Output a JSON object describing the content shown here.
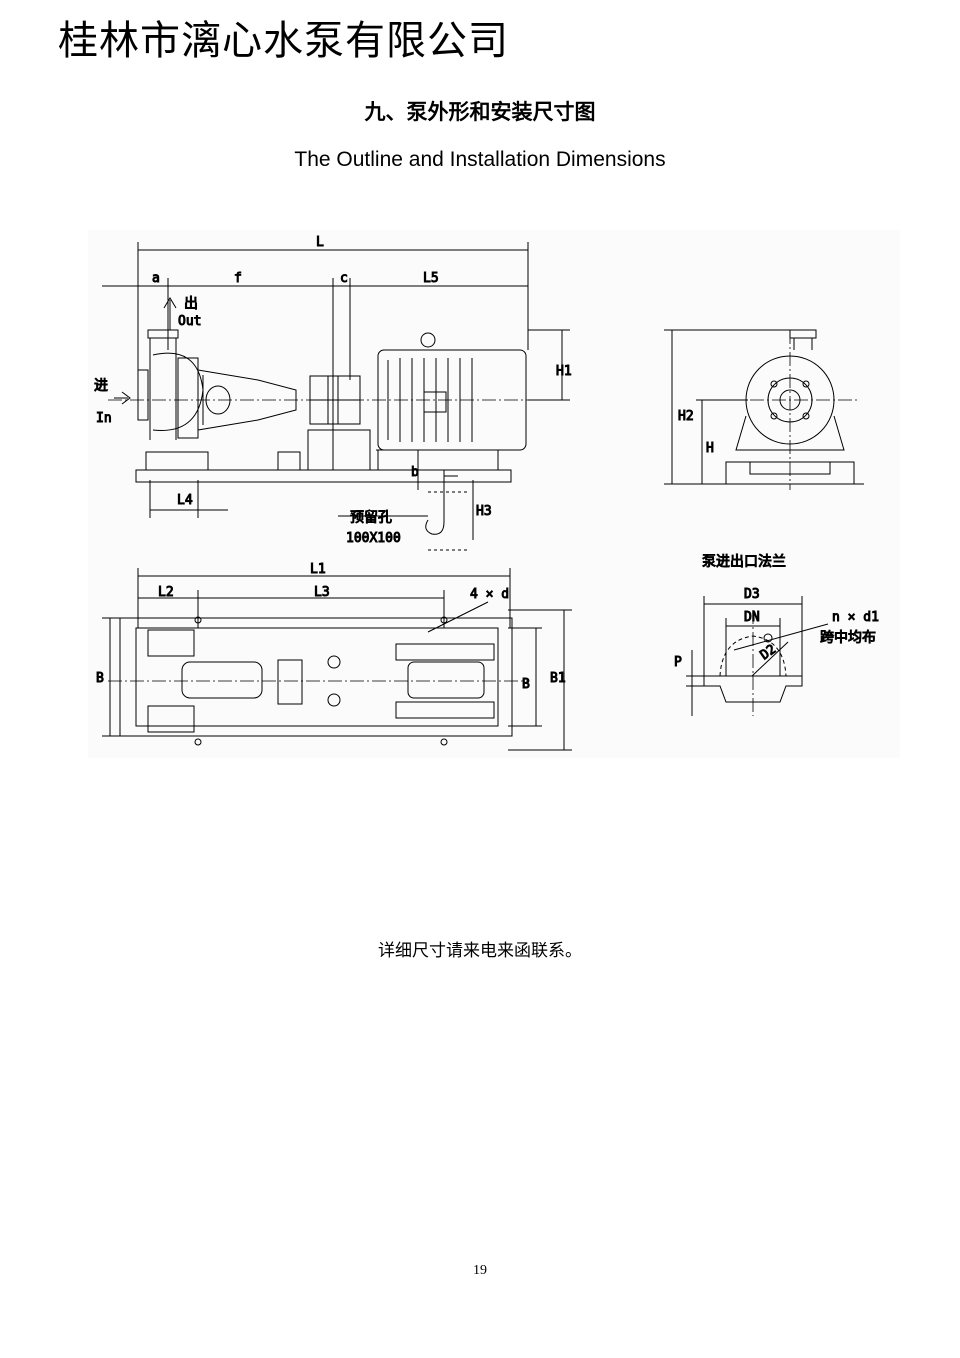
{
  "header": {
    "company": "桂林市漓心水泵有限公司",
    "title_cn": "九、泵外形和安装尺寸图",
    "title_en": "The Outline and Installation Dimensions"
  },
  "drawing": {
    "dims": {
      "L": "L",
      "a": "a",
      "f": "f",
      "c": "c",
      "L5": "L5",
      "H1": "H1",
      "H2": "H2",
      "H": "H",
      "b": "b",
      "H3": "H3",
      "L4": "L4",
      "L1": "L1",
      "L2": "L2",
      "L3": "L3",
      "B": "B",
      "B1": "B1",
      "D3": "D3",
      "DN": "DN",
      "D2": "D2",
      "P": "P"
    },
    "labels": {
      "outlet_cn": "出",
      "outlet_en": "Out",
      "inlet_cn": "进",
      "inlet_en": "In",
      "reserved_hole": "预留孔",
      "hole_size": "100X100",
      "bolt_holes": "4 × d",
      "flange_title": "泵进出口法兰",
      "flange_holes": "n × d1",
      "flange_spacing": "跨中均布"
    }
  },
  "note": "详细尺寸请来电来函联系。",
  "page_number": "19"
}
